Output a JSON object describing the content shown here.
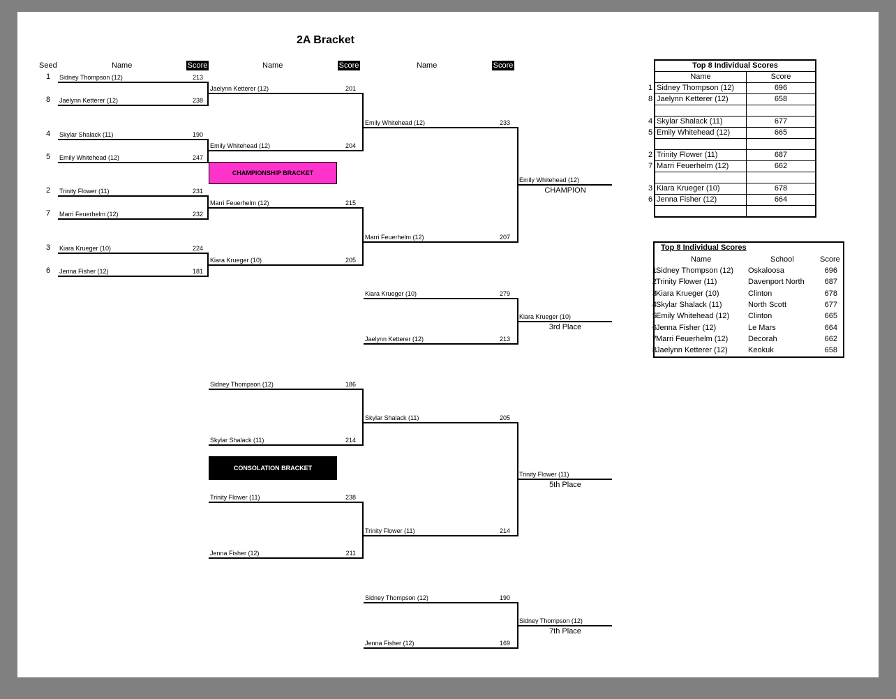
{
  "title": "2A Bracket",
  "headers": {
    "seed": "Seed",
    "name": "Name",
    "score": "Score"
  },
  "round1": [
    {
      "seed": "1",
      "name": "Sidney Thompson (12)",
      "score": "213"
    },
    {
      "seed": "8",
      "name": "Jaelynn Ketterer (12)",
      "score": "238"
    },
    {
      "seed": "4",
      "name": "Skylar Shalack (11)",
      "score": "190"
    },
    {
      "seed": "5",
      "name": "Emily Whitehead (12)",
      "score": "247"
    },
    {
      "seed": "2",
      "name": "Trinity Flower (11)",
      "score": "231"
    },
    {
      "seed": "7",
      "name": "Marri Feuerhelm (12)",
      "score": "232"
    },
    {
      "seed": "3",
      "name": "Kiara Krueger (10)",
      "score": "224"
    },
    {
      "seed": "6",
      "name": "Jenna Fisher (12)",
      "score": "181"
    }
  ],
  "round2": [
    {
      "name": "Jaelynn Ketterer (12)",
      "score": "201"
    },
    {
      "name": "Emily Whitehead (12)",
      "score": "204"
    },
    {
      "name": "Marri Feuerhelm (12)",
      "score": "215"
    },
    {
      "name": "Kiara Krueger (10)",
      "score": "205"
    }
  ],
  "round3": [
    {
      "name": "Emily Whitehead (12)",
      "score": "233"
    },
    {
      "name": "Marri Feuerhelm (12)",
      "score": "207"
    }
  ],
  "champion": {
    "name": "Emily Whitehead (12)",
    "label": "CHAMPION"
  },
  "third": {
    "players": [
      {
        "name": "Kiara Krueger (10)",
        "score": "279"
      },
      {
        "name": "Jaelynn Ketterer (12)",
        "score": "213"
      }
    ],
    "winner": "Kiara Krueger (10)",
    "label": "3rd Place"
  },
  "banners": {
    "championship": "CHAMPIONSHIP BRACKET",
    "consolation": "CONSOLATION BRACKET",
    "championship_color": "#ff33cc"
  },
  "consolation_r1": [
    {
      "name": "Sidney Thompson (12)",
      "score": "186"
    },
    {
      "name": "Skylar Shalack (11)",
      "score": "214"
    },
    {
      "name": "Trinity Flower (11)",
      "score": "238"
    },
    {
      "name": "Jenna Fisher (12)",
      "score": "211"
    }
  ],
  "consolation_r2": [
    {
      "name": "Skylar Shalack (11)",
      "score": "205"
    },
    {
      "name": "Trinity Flower (11)",
      "score": "214"
    }
  ],
  "fifth": {
    "winner": "Trinity Flower (11)",
    "label": "5th Place"
  },
  "seventh": {
    "players": [
      {
        "name": "Sidney Thompson (12)",
        "score": "190"
      },
      {
        "name": "Jenna Fisher (12)",
        "score": "169"
      }
    ],
    "winner": "Sidney Thompson (12)",
    "label": "7th Place"
  },
  "top8_by_seed": {
    "title": "Top 8 Individual Scores",
    "col_name": "Name",
    "col_score": "Score",
    "rows": [
      {
        "rank": "1",
        "name": "Sidney Thompson (12)",
        "score": "696"
      },
      {
        "rank": "8",
        "name": "Jaelynn Ketterer (12)",
        "score": "658"
      },
      {
        "rank": "",
        "name": "",
        "score": ""
      },
      {
        "rank": "4",
        "name": "Skylar Shalack (11)",
        "score": "677"
      },
      {
        "rank": "5",
        "name": "Emily Whitehead (12)",
        "score": "665"
      },
      {
        "rank": "",
        "name": "",
        "score": ""
      },
      {
        "rank": "2",
        "name": "Trinity Flower (11)",
        "score": "687"
      },
      {
        "rank": "7",
        "name": "Marri Feuerhelm (12)",
        "score": "662"
      },
      {
        "rank": "",
        "name": "",
        "score": ""
      },
      {
        "rank": "3",
        "name": "Kiara Krueger (10)",
        "score": "678"
      },
      {
        "rank": "6",
        "name": "Jenna Fisher (12)",
        "score": "664"
      },
      {
        "rank": "",
        "name": "",
        "score": ""
      }
    ]
  },
  "top8_ranked": {
    "title": "Top 8 Individual Scores",
    "col_name": "Name",
    "col_school": "School",
    "col_score": "Score",
    "rows": [
      {
        "rank": "1",
        "name": "Sidney Thompson (12)",
        "school": "Oskaloosa",
        "score": "696"
      },
      {
        "rank": "2",
        "name": "Trinity Flower (11)",
        "school": "Davenport North",
        "score": "687"
      },
      {
        "rank": "3",
        "name": "Kiara Krueger (10)",
        "school": "Clinton",
        "score": "678"
      },
      {
        "rank": "4",
        "name": "Skylar Shalack (11)",
        "school": "North Scott",
        "score": "677"
      },
      {
        "rank": "5",
        "name": "Emily Whitehead (12)",
        "school": "Clinton",
        "score": "665"
      },
      {
        "rank": "6",
        "name": "Jenna Fisher (12)",
        "school": "Le Mars",
        "score": "664"
      },
      {
        "rank": "7",
        "name": "Marri Feuerhelm (12)",
        "school": "Decorah",
        "score": "662"
      },
      {
        "rank": "8",
        "name": "Jaelynn Ketterer (12)",
        "school": "Keokuk",
        "score": "658"
      }
    ]
  }
}
